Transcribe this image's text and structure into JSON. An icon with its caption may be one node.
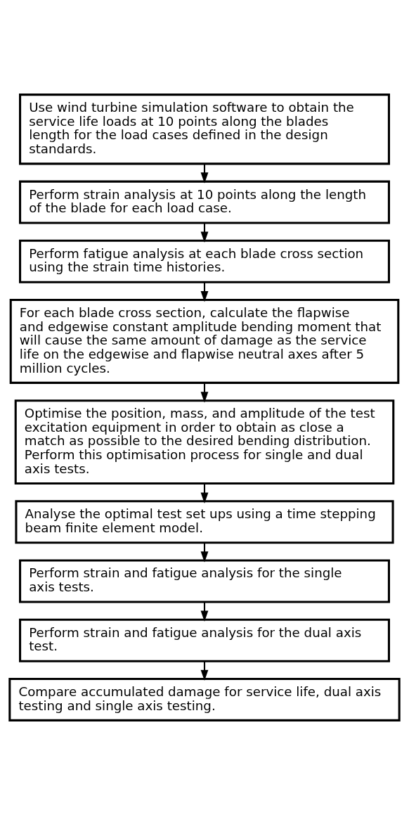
{
  "diagram": {
    "nodes": [
      {
        "text": [
          "Use wind turbine simulation software to obtain the service life loads at 10 points along the blades length for the load cases defined in the design standards."
        ]
      },
      {
        "text": [
          "Perform strain analysis at 10 points along the length of the blade for each load case."
        ]
      },
      {
        "text": [
          "Perform fatigue analysis at each blade cross section using the strain time histories."
        ]
      },
      {
        "text": [
          "For each blade cross section, calculate the flapwise and edgewise constant amplitude bending moment that will cause the same amount of damage as the service life on the edgewise and flapwise neutral axes after 5 million cycles."
        ]
      },
      {
        "text": [
          "Optimise the position, mass, and amplitude of the test excitation equipment in order to obtain as close a match as possible to the desired bending distribution. Perform this optimisation process for single and dual axis tests."
        ]
      },
      {
        "text": [
          "Analyse the optimal test set ups using a time stepping beam finite element model."
        ]
      },
      {
        "text": [
          "Perform strain and fatigue analysis for the single axis tests."
        ]
      },
      {
        "text": [
          "Perform strain and fatigue analysis for the dual axis test."
        ]
      },
      {
        "text": [
          "Compare accumulated damage for service life, dual axis testing and single axis testing."
        ]
      }
    ],
    "edges": [
      {
        "from": 0,
        "to": 1,
        "arrow": "to"
      },
      {
        "from": 1,
        "to": 2,
        "arrow": "to"
      },
      {
        "from": 2,
        "to": 3,
        "arrow": "to"
      },
      {
        "from": 3,
        "to": 4,
        "arrow": "to"
      },
      {
        "from": 4,
        "to": 5,
        "arrow": "to"
      },
      {
        "from": 5,
        "to": 6,
        "arrow": "to"
      },
      {
        "from": 6,
        "to": 7,
        "arrow": "to"
      },
      {
        "from": 7,
        "to": 8,
        "arrow": "to"
      }
    ]
  }
}
